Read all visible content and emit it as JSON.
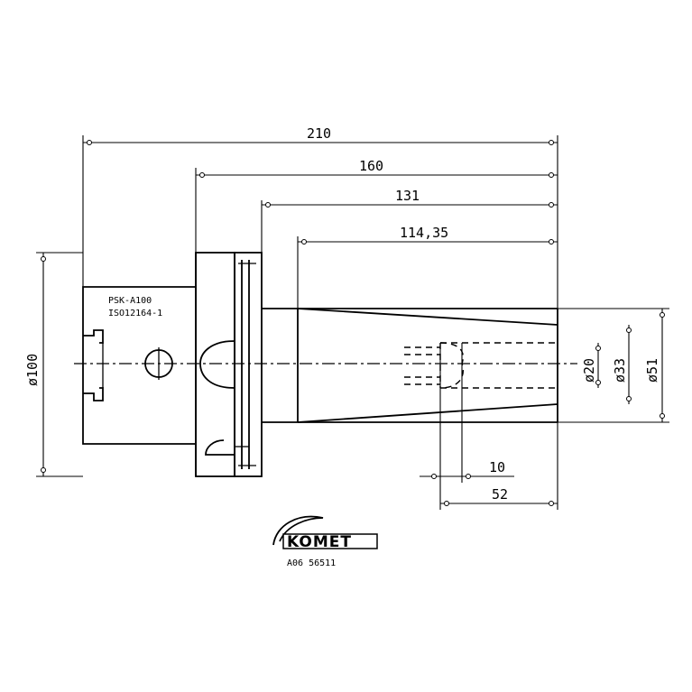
{
  "dimensions": {
    "overall_length": "210",
    "length_160": "160",
    "length_131": "131",
    "length_114": "114,35",
    "depth_10": "10",
    "depth_52": "52",
    "diameter_100": "ø100",
    "diameter_20": "ø20",
    "diameter_33": "ø33",
    "diameter_51": "ø51"
  },
  "part_labels": {
    "line1": "PSK-A100",
    "line2": "ISO12164-1"
  },
  "logo": {
    "brand": "KOMET",
    "code": "A06 56511"
  }
}
